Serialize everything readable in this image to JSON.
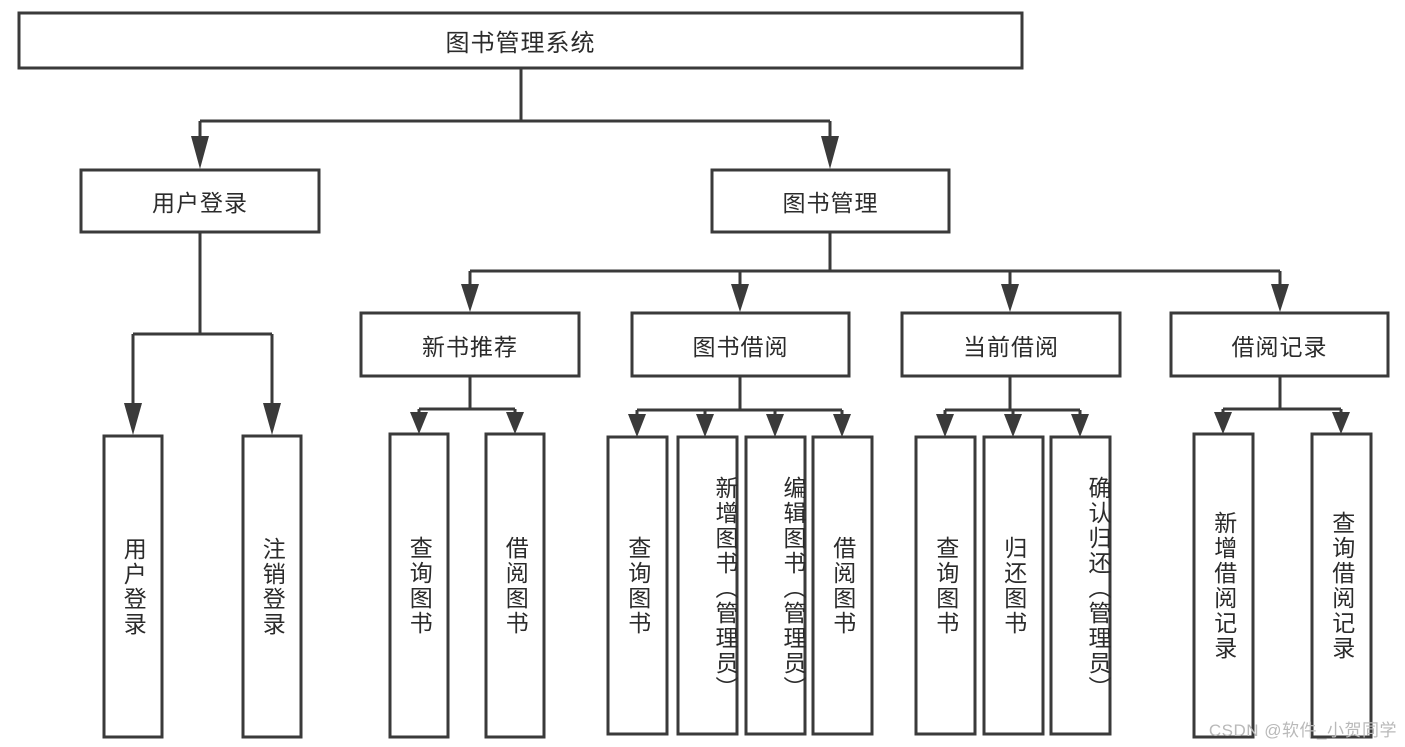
{
  "diagram": {
    "type": "tree-hierarchy",
    "title": "图书管理系统",
    "orientation": "top-down",
    "watermark": "CSDN @软件_小贺同学",
    "colors": {
      "box_stroke": "#3a3a3a",
      "box_fill": "#ffffff",
      "connector": "#3a3a3a",
      "text": "#2b2b2b",
      "background": "#ffffff",
      "watermark": "#b9b9b9"
    },
    "root": {
      "label": "图书管理系统"
    },
    "level2": [
      {
        "label": "用户登录"
      },
      {
        "label": "图书管理"
      }
    ],
    "level3": [
      {
        "label": "新书推荐"
      },
      {
        "label": "图书借阅"
      },
      {
        "label": "当前借阅"
      },
      {
        "label": "借阅记录"
      }
    ],
    "leaves": {
      "user_login": [
        {
          "label": "用户登录"
        },
        {
          "label": "注销登录"
        }
      ],
      "new_book": [
        {
          "label": "查询图书"
        },
        {
          "label": "借阅图书"
        }
      ],
      "book_borrow": [
        {
          "label": "查询图书"
        },
        {
          "label": "新增图书（管理员）"
        },
        {
          "label": "编辑图书（管理员）"
        },
        {
          "label": "借阅图书"
        }
      ],
      "current_borrow": [
        {
          "label": "查询图书"
        },
        {
          "label": "归还图书"
        },
        {
          "label": "确认归还（管理员）"
        }
      ],
      "borrow_record": [
        {
          "label": "新增借阅记录"
        },
        {
          "label": "查询借阅记录"
        }
      ]
    }
  }
}
